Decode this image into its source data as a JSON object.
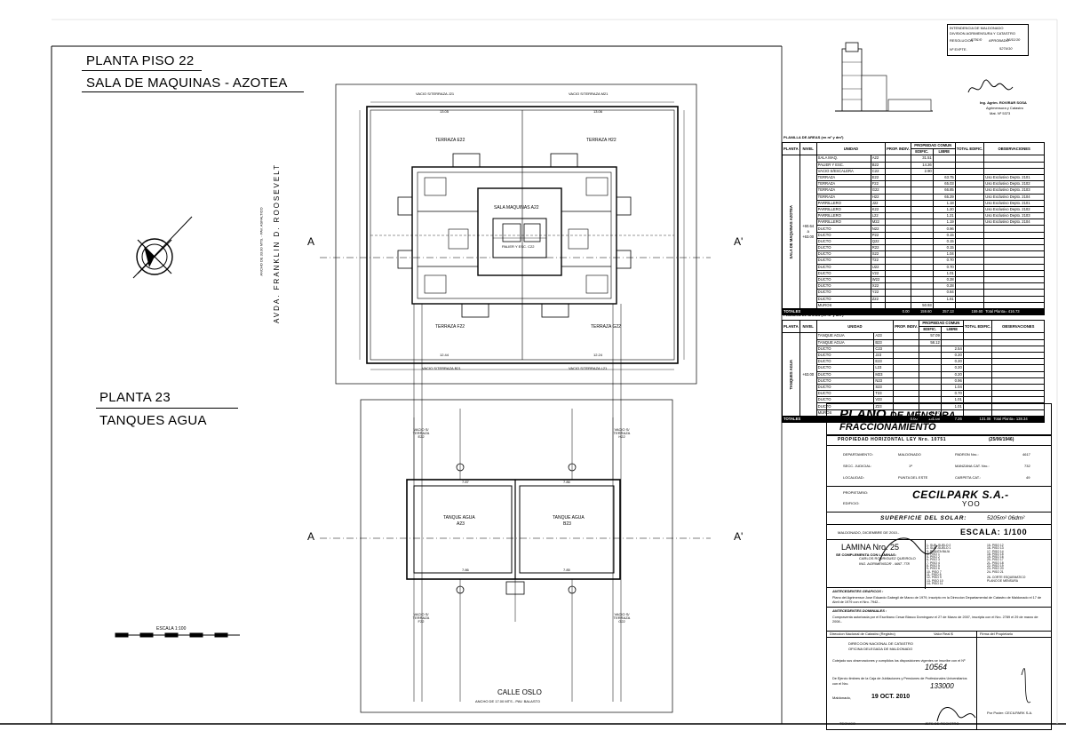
{
  "titles": {
    "floor22_line1": "PLANTA PISO 22",
    "floor22_line2": "SALA DE MAQUINAS - AZOTEA",
    "floor23_line1": "PLANTA  23",
    "floor23_line2": "TANQUES AGUA"
  },
  "street_left": {
    "line1": "AVDA.    FRANKLIN   D. ROOSEVELT",
    "line2": "ANCHO DE 33.00 MTS. - PAV. ASFALTICO"
  },
  "street_bottom": {
    "name": "CALLE OSLO",
    "detail": "ANCHO DE 17.00 MTS - PAV. BALASTO"
  },
  "section_marks": [
    "A",
    "A'",
    "A",
    "A'"
  ],
  "scale_label": "ESCALA 1:100",
  "plan22": {
    "vacio_top_left": "VACIO S/TERRAZA J21",
    "vacio_top_right": "VACIO S/TERRAZA M21",
    "vacio_bottom_left": "VACIO S/TERRAZA B21",
    "vacio_bottom_right": "VACIO S/TERRAZA L21",
    "terraza_e22": "TERRAZA E22",
    "terraza_h22": "TERRAZA H22",
    "terraza_f22": "TERRAZA F22",
    "terraza_g22": "TERRAZA G22",
    "sala_maquinas": "SALA MAQUINAS  A22",
    "palier": "PALIER Y ESC. C22",
    "dims_top": "13.05",
    "dims_top2": "13.06",
    "dims_bottom": "12.44",
    "dims_bottom2": "12.24"
  },
  "plan23": {
    "tanque_left": "TANQUE AGUA",
    "tanque_left_id": "A23",
    "tanque_right": "TANQUE AGUA",
    "tanque_right_id": "B23",
    "vacio_e22": "VACIO S/ TERRAZA  E22",
    "vacio_h22": "VACIO S/ TERRAZA  H22",
    "vacio_f22": "VACIO S/ TERRAZA  F22",
    "vacio_g22": "VACIO S/ TERRAZA  G22",
    "dim_a": "7.87",
    "dim_b": "7.86",
    "dim_c": "7.86",
    "dim_d": "7.85"
  },
  "stamp": {
    "line1": "INTENDENCIA DE MALDONADO",
    "line2": "DIVISION AGRIMENSURA Y CATASTRO",
    "resolucion_label": "RESOLUCION",
    "resolucion": "5791/0",
    "aprobado_label": "APROBADO",
    "aprobado": "26/11/10",
    "expte_label": "Nº EXPTE.",
    "expte": "5274/10",
    "engineer": "Ing. Agrim. ROVIRAR SOSA",
    "engineer2": "Agrimensura y Catastro",
    "engineer3": "Mat. Nº 5373"
  },
  "table1": {
    "title": "PLANILLA DE AREAS (en m² y dm²)",
    "headers": [
      "PLANTA",
      "NIVEL",
      "UNIDAD",
      "PROP. INDIV.",
      "EDIFIC.",
      "LIBRE",
      "TOTAL EDIFIC.",
      "OBSERVACIONES"
    ],
    "group_header": "PROPIEDAD COMUN",
    "planta": "SALA DE MAQUINAS AZOTEA",
    "nivel": "+60.64 a +63.00",
    "rows": [
      [
        "SALA MAQ.",
        "A22",
        "",
        "31.51",
        "",
        "",
        ""
      ],
      [
        "PALIER Y ESC.",
        "B22",
        "",
        "14.26",
        "",
        "",
        ""
      ],
      [
        "VACIO S/ESCALERA",
        "C22",
        "",
        "2.90",
        "",
        "",
        ""
      ],
      [
        "TERRAZA",
        "E22",
        "",
        "",
        "63.75",
        "",
        "Uso Exclusivo Depto. 2101"
      ],
      [
        "TERRAZA",
        "F22",
        "",
        "",
        "65.03",
        "",
        "Uso Exclusivo Depto. 2102"
      ],
      [
        "TERRAZA",
        "G22",
        "",
        "",
        "66.85",
        "",
        "Uso Exclusivo Depto. 2103"
      ],
      [
        "TERRAZA",
        "H22",
        "",
        "",
        "65.29",
        "",
        "Uso Exclusivo Depto. 2104"
      ],
      [
        "PARRILLERO",
        "J22",
        "",
        "",
        "1.18",
        "",
        "Uso Exclusivo Depto. 2101"
      ],
      [
        "PARRILLERO",
        "K22",
        "",
        "",
        "1.20",
        "",
        "Uso Exclusivo Depto. 2102"
      ],
      [
        "PARRILLERO",
        "L22",
        "",
        "",
        "1.21",
        "",
        "Uso Exclusivo Depto. 2103"
      ],
      [
        "PARRILLERO",
        "M22",
        "",
        "",
        "1.19",
        "",
        "Uso Exclusivo Depto. 2104"
      ],
      [
        "DUCTO",
        "N22",
        "",
        "",
        "0.96",
        "",
        ""
      ],
      [
        "DUCTO",
        "P22",
        "",
        "",
        "0.15",
        "",
        ""
      ],
      [
        "DUCTO",
        "Q22",
        "",
        "",
        "0.15",
        "",
        ""
      ],
      [
        "DUCTO",
        "R22",
        "",
        "",
        "0.15",
        "",
        ""
      ],
      [
        "DUCTO",
        "S22",
        "",
        "",
        "1.04",
        "",
        ""
      ],
      [
        "DUCTO",
        "T22",
        "",
        "",
        "0.70",
        "",
        ""
      ],
      [
        "DUCTO",
        "U22",
        "",
        "",
        "0.70",
        "",
        ""
      ],
      [
        "DUCTO",
        "V22",
        "",
        "",
        "1.01",
        "",
        ""
      ],
      [
        "DUCTO",
        "W22",
        "",
        "",
        "0.28",
        "",
        ""
      ],
      [
        "DUCTO",
        "X22",
        "",
        "",
        "0.28",
        "",
        ""
      ],
      [
        "DUCTO",
        "Y22",
        "",
        "",
        "0.84",
        "",
        ""
      ],
      [
        "DUCTO",
        "Z22",
        "",
        "",
        "1.61",
        "",
        ""
      ],
      [
        "MUROS",
        "",
        "",
        "50.93",
        "",
        "",
        ""
      ]
    ],
    "totals": [
      "TOTALES",
      "",
      "0.00",
      "159.60",
      "257.13",
      "159.60",
      "Total Planta= 416.73"
    ]
  },
  "table2": {
    "title": "PLANILLA DE AREAS (en m² y dm²)",
    "headers": [
      "PLANTA",
      "NIVEL",
      "UNIDAD",
      "PROP. INDIV.",
      "EDIFIC.",
      "LIBRE",
      "TOTAL EDIFIC.",
      "OBSERVACIONES"
    ],
    "group_header": "PROPIEDAD COMUN",
    "planta": "TANQUES AGUA",
    "nivel": "+63.00",
    "rows": [
      [
        "TANQUE AGUA",
        "A23",
        "",
        "57.09",
        "",
        "",
        ""
      ],
      [
        "TANQUE AGUA",
        "B23",
        "",
        "58.12",
        "",
        "",
        ""
      ],
      [
        "DUCTO",
        "C23",
        "",
        "",
        "2.54",
        "",
        ""
      ],
      [
        "DUCTO",
        "J23",
        "",
        "",
        "0.20",
        "",
        ""
      ],
      [
        "DUCTO",
        "E23",
        "",
        "",
        "0.20",
        "",
        ""
      ],
      [
        "DUCTO",
        "L23",
        "",
        "",
        "0.20",
        "",
        ""
      ],
      [
        "DUCTO",
        "M23",
        "",
        "",
        "0.20",
        "",
        ""
      ],
      [
        "DUCTO",
        "N23",
        "",
        "",
        "0.96",
        "",
        ""
      ],
      [
        "DUCTO",
        "S23",
        "",
        "",
        "1.04",
        "",
        ""
      ],
      [
        "DUCTO",
        "T23",
        "",
        "",
        "0.70",
        "",
        ""
      ],
      [
        "DUCTO",
        "V23",
        "",
        "",
        "1.01",
        "",
        ""
      ],
      [
        "DUCTO",
        "Z23",
        "",
        "",
        "1.01",
        "",
        ""
      ],
      [
        "MUROS",
        "",
        "",
        "15.97",
        "",
        "",
        ""
      ]
    ],
    "totals": [
      "TOTALES",
      "",
      "0.00",
      "131.08",
      "7.26",
      "131.08",
      "Total Planta= 138.34"
    ]
  },
  "title_block": {
    "plano": "PLANO",
    "de_mensura": "DE MENSURA",
    "fraccionamiento": "FRACCIONAMIENTO",
    "ley": "PROPIEDAD HORIZONTAL LEY Nro. 10751",
    "ley_date": "(25/06/1946)",
    "departamento_label": "DEPARTAMENTO:",
    "departamento": "MALDONADO",
    "secc_label": "SECC. JUDICIAL:",
    "secc": "1ª",
    "localidad_label": "LOCALIDAD:",
    "localidad": "PUNTA DEL ESTE",
    "padron_label": "PADRON Nro.:",
    "padron": "4617",
    "manzana_label": "MANZANA CAT. Nro.:",
    "manzana": "732",
    "carpeta_label": "CARPETA CAT.:",
    "carpeta": "49",
    "propietario_label": "PROPIETARIO:",
    "propietario": "CECILPARK S.A.-",
    "edificio_label": "EDIFICIO:",
    "edificio": "YOO",
    "superficie_label": "SUPERFICIE DEL SOLAR:",
    "superficie": "5205m² 06dm²",
    "fecha": "MALDONADO, DICIEMBRE DE 2010.-",
    "escala": "ESCALA: 1/100",
    "lamina": "LAMINA Nro. 25",
    "complementa": "SE COMPLEMENTA CON LAMINAS:",
    "laminas_col1": [
      "1- SUB -SUELO 2",
      "2- SUB -SUELO 1",
      "3- PLANTA BAJA",
      "4- PISO 1",
      "5- PISO 2",
      "6- PISO 3",
      "7- PISO 4",
      "8- PISO 5",
      "9- PISO 6",
      "10- PISO 7",
      "11- PISO 8",
      "12- PISO 9",
      "13- PISO 10",
      "14- PISO 11"
    ],
    "laminas_col2": [
      "15- PISO 12",
      "16- PISO 13",
      "17- PISO 14",
      "18- PISO 15",
      "19- PISO 16",
      "20- PISO 17",
      "21- PISO 18",
      "22- PISO 19",
      "23- PISO 20",
      "24- PISO 21",
      "",
      "26- CORTE ESQUEMATICO",
      "PLANO DE MENSURA",
      ""
    ],
    "agrimensor": "CARLOS RODRIGUEZ QUEIROLO",
    "agrimensor_mat": "ING. AGRIMENSOR - MAT. 778",
    "antecedentes_graficos_label": "ANTECEDENTES GRAFICOS :",
    "antecedentes_graficos": "Plano del Agrimensor Jose Eduardo Gabegil de Marzo de 1979, inscripto en la Direccion Departamental de Catastro de Maldonado el 17 de Abril de 1979 con el Nro. 7942.-",
    "antecedentes_dominiales_label": "ANTECEDENTES DOMINIALES :",
    "antecedentes_dominiales": "Compraventa autorizada por el Escribano Cesar Blasco Dominguez el 27 de Marzo de 2007, inscripta con el Nro. 2789 el 29 de marzo de 2008.-",
    "direccion_label": "Direccion Nacional de Catastro  (Registro)",
    "valor_real": "Valor Real $",
    "firma_propietario": "Firma del Propietario",
    "direccion1": "DIRECCION NACIONAL DE CATASTRO",
    "direccion2": "OFICINA DELEGADA DE MALDONADO",
    "cotejado": "Cotejado sus observaciones y cumplidos los disposiciones vigentes se inscribe con el Nº",
    "inscripcion": "10564",
    "caja": "De Ejercio timbres de la Caja de Jubilaciones y Pensiones de Profesionales Universitarios con el Nro.",
    "caja_nro": "133000",
    "maldonado_label": "Maldonado,",
    "fecha_inscripcion": "19 OCT. 2010",
    "tecnico": "TECNICO",
    "jefe": "JEFE DE REGISTRO",
    "por_poder": "Por Poder: CECILPARK S.A."
  }
}
